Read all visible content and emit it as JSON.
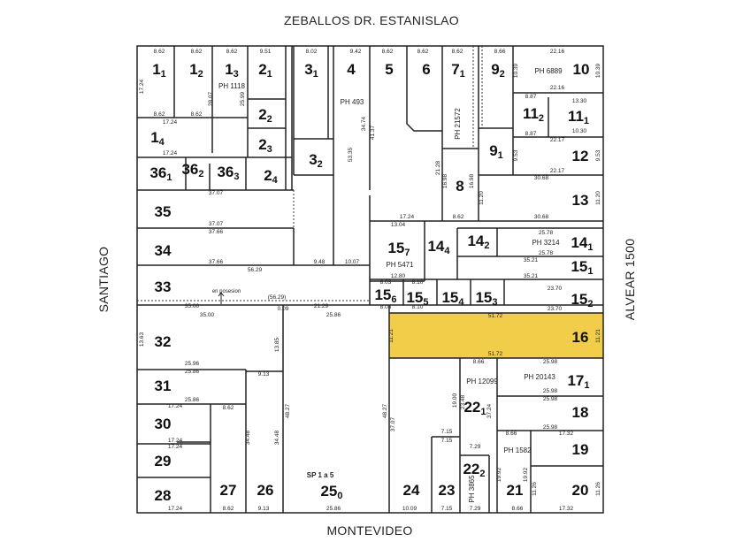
{
  "streets": {
    "top": "ZEBALLOS DR. ESTANISLAO",
    "bottom": "MONTEVIDEO",
    "left": "SANTIAGO",
    "right": "ALVEAR  1500"
  },
  "highlight_color": "#f2cd4a",
  "highlighted_lot": "16",
  "lots": [
    {
      "num": "1",
      "sub": "1"
    },
    {
      "num": "1",
      "sub": "2"
    },
    {
      "num": "1",
      "sub": "3"
    },
    {
      "num": "1",
      "sub": "4"
    },
    {
      "num": "36",
      "sub": "1"
    },
    {
      "num": "36",
      "sub": "2"
    },
    {
      "num": "36",
      "sub": "3"
    },
    {
      "num": "2",
      "sub": "1"
    },
    {
      "num": "2",
      "sub": "2"
    },
    {
      "num": "2",
      "sub": "3"
    },
    {
      "num": "2",
      "sub": "4"
    },
    {
      "num": "3",
      "sub": "1"
    },
    {
      "num": "3",
      "sub": "2"
    },
    {
      "num": "4",
      "sub": ""
    },
    {
      "num": "5",
      "sub": ""
    },
    {
      "num": "6",
      "sub": ""
    },
    {
      "num": "7",
      "sub": "1"
    },
    {
      "num": "9",
      "sub": "2"
    },
    {
      "num": "10",
      "sub": ""
    },
    {
      "num": "11",
      "sub": "2"
    },
    {
      "num": "11",
      "sub": "1"
    },
    {
      "num": "9",
      "sub": "1"
    },
    {
      "num": "12",
      "sub": ""
    },
    {
      "num": "8",
      "sub": ""
    },
    {
      "num": "13",
      "sub": ""
    },
    {
      "num": "35",
      "sub": ""
    },
    {
      "num": "34",
      "sub": ""
    },
    {
      "num": "33",
      "sub": ""
    },
    {
      "num": "15",
      "sub": "7"
    },
    {
      "num": "14",
      "sub": "4"
    },
    {
      "num": "14",
      "sub": "2"
    },
    {
      "num": "14",
      "sub": "1"
    },
    {
      "num": "15",
      "sub": "1"
    },
    {
      "num": "15",
      "sub": "6"
    },
    {
      "num": "15",
      "sub": "5"
    },
    {
      "num": "15",
      "sub": "4"
    },
    {
      "num": "15",
      "sub": "3"
    },
    {
      "num": "15",
      "sub": "2"
    },
    {
      "num": "16",
      "sub": ""
    },
    {
      "num": "32",
      "sub": ""
    },
    {
      "num": "31",
      "sub": ""
    },
    {
      "num": "30",
      "sub": ""
    },
    {
      "num": "29",
      "sub": ""
    },
    {
      "num": "28",
      "sub": ""
    },
    {
      "num": "27",
      "sub": ""
    },
    {
      "num": "26",
      "sub": ""
    },
    {
      "num": "25",
      "sub": "0"
    },
    {
      "num": "24",
      "sub": ""
    },
    {
      "num": "23",
      "sub": ""
    },
    {
      "num": "22",
      "sub": "1"
    },
    {
      "num": "22",
      "sub": "2"
    },
    {
      "num": "21",
      "sub": ""
    },
    {
      "num": "17",
      "sub": "1"
    },
    {
      "num": "18",
      "sub": ""
    },
    {
      "num": "19",
      "sub": ""
    },
    {
      "num": "20",
      "sub": ""
    }
  ],
  "ph_labels": [
    "PH 1118",
    "PH 493",
    "PH 21572",
    "PH 6889",
    "PH 5471",
    "PH 3214",
    "PH 12099",
    "PH 20143",
    "PH 1582",
    "PH 3865",
    "SP 1 a 5"
  ],
  "notes": [
    "en posesion",
    "(56.29)"
  ],
  "dims": [
    "8.62",
    "8.62",
    "8.62",
    "9.51",
    "8.02",
    "9.42",
    "8.62",
    "8.62",
    "8.62",
    "8.66",
    "22.16",
    "8.62",
    "8.62",
    "17.24",
    "17.24",
    "37.07",
    "37.07",
    "37.66",
    "37.66",
    "56.29",
    "9.48",
    "10.07",
    "35.00",
    "0.09",
    "21.29",
    "25.86",
    "35.00",
    "17.24",
    "28.07",
    "25.99",
    "41.37",
    "34.74",
    "53.35",
    "21.28",
    "16.98",
    "16.98",
    "30.68",
    "30.68",
    "17.24",
    "8.62",
    "22.17",
    "22.17",
    "8.87",
    "8.87",
    "13.30",
    "10.30",
    "51.72",
    "51.72",
    "11.21",
    "11.21",
    "13.04",
    "12.80",
    "25.78",
    "25.78",
    "35.21",
    "35.21",
    "23.70",
    "23.70",
    "48.27",
    "48.27",
    "37.07",
    "25.96",
    "25.86",
    "25.86",
    "17.24",
    "17.24",
    "17.24",
    "17.24",
    "9.13",
    "9.13",
    "8.62",
    "8.62",
    "25.86",
    "10.09",
    "7.15",
    "7.15",
    "7.15",
    "7.29",
    "7.29",
    "8.66",
    "8.66",
    "8.66",
    "17.32",
    "17.32",
    "25.98",
    "25.98",
    "25.98",
    "25.98",
    "34.48",
    "34.48",
    "13.85",
    "13.63",
    "37.24",
    "23.48",
    "19.00",
    "19.92",
    "19.92",
    "11.26",
    "11.26",
    "22.16",
    "10.39",
    "10.39",
    "9.53",
    "9.53",
    "11.20",
    "11.20",
    "8.03",
    "8.03",
    "8.10",
    "8.10"
  ]
}
